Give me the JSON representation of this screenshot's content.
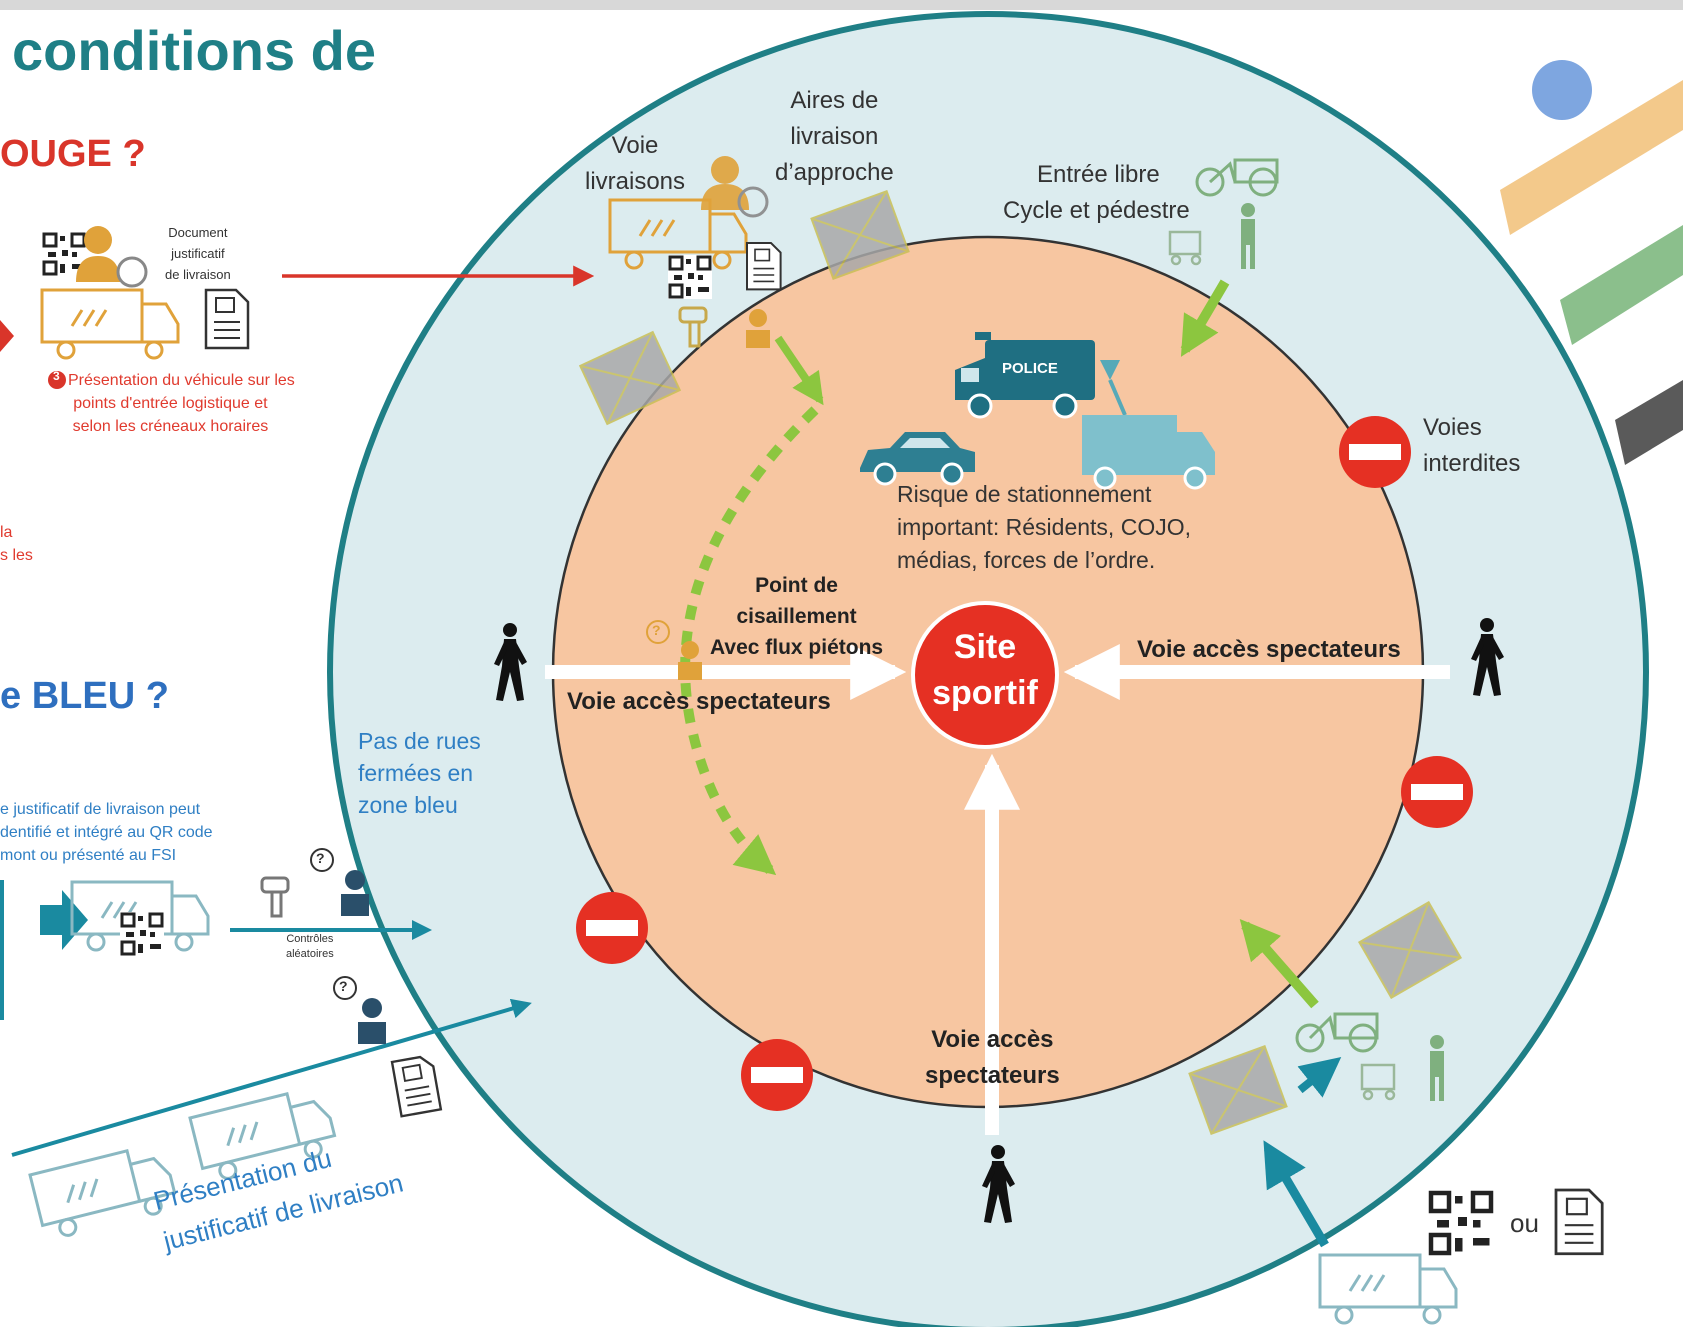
{
  "header": {
    "title": "conditions de",
    "zone_rouge": "OUGE ?",
    "zone_bleu": "e BLEU ?"
  },
  "red_zone": {
    "document_label": [
      "Document",
      "justificatif",
      "de livraison"
    ],
    "step_number": "3",
    "presentation_text": [
      "Présentation du véhicule sur les",
      "points d'entrée logistique et",
      "selon les créneaux horaires"
    ],
    "cut_text": [
      "la",
      "s les"
    ]
  },
  "blue_zone": {
    "no_closed_streets": [
      "Pas de rues",
      "fermées en",
      "zone bleu"
    ],
    "justificatif_text": [
      "e justificatif de livraison peut",
      "dentifié et intégré au QR code",
      "mont ou présenté au FSI"
    ],
    "random_controls": [
      "Contrôles",
      "aléatoires"
    ],
    "presentation_line1": "Présentation du",
    "presentation_line2": "justificatif de livraison"
  },
  "diagram": {
    "voie_livraisons": [
      "Voie",
      "livraisons"
    ],
    "aires_livraison": [
      "Aires de",
      "livraison",
      "d’approche"
    ],
    "entree_libre": [
      "Entrée libre",
      "Cycle et pédestre"
    ],
    "voies_interdites": [
      "Voies",
      "interdites"
    ],
    "police_label": "POLICE",
    "risque": [
      "Risque de stationnement",
      "important: Résidents, COJO,",
      "médias, forces de l’ordre."
    ],
    "point_cisaillement": [
      "Point de",
      "cisaillement",
      "Avec flux piétons"
    ],
    "site_sportif": [
      "Site",
      "sportif"
    ],
    "voie_acces_left": "Voie accès spectateurs",
    "voie_acces_right": "Voie accès spectateurs",
    "voie_acces_bottom": [
      "Voie accès",
      "spectateurs"
    ],
    "ou": "ou",
    "question_mark": "?"
  },
  "colors": {
    "teal": "#1f7f86",
    "outer_circle_fill": "#dcecef",
    "inner_circle_fill": "#f7c6a1",
    "red": "#e53023",
    "green_arrow": "#8cc63f",
    "blue_arrow": "#1a8aa0",
    "orange_icon": "#e0a23a"
  },
  "icons": [
    "pedestrian-icon",
    "no-entry-icon",
    "police-van-icon",
    "car-icon",
    "media-truck-icon",
    "delivery-truck-icon",
    "qr-code-icon",
    "document-icon",
    "driver-icon",
    "bicycle-icon",
    "scanner-icon",
    "police-officer-icon",
    "cargo-bike-icon",
    "trolley-icon",
    "question-icon",
    "pallet-icon"
  ]
}
